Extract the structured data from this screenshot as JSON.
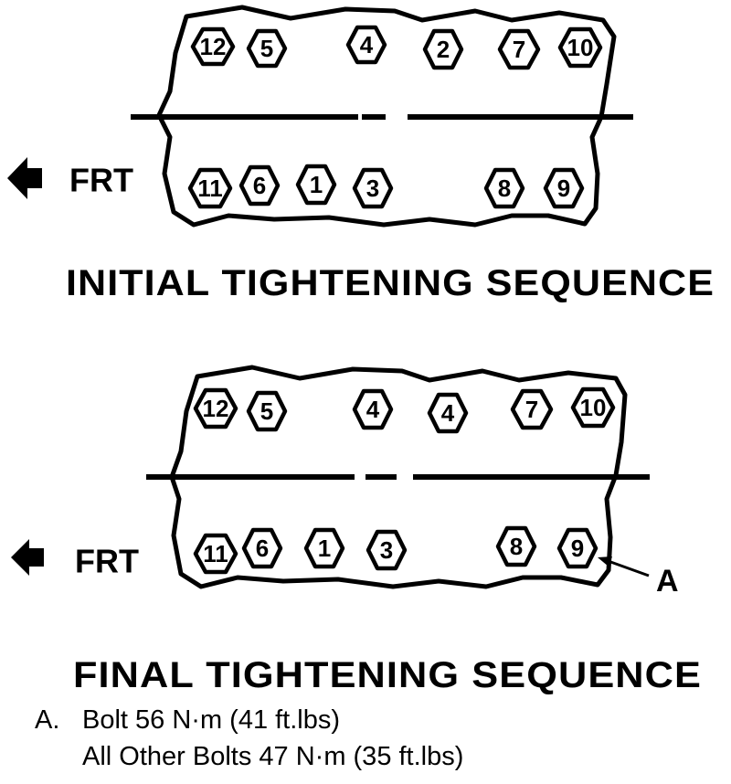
{
  "diagrams": [
    {
      "id": "initial",
      "title": "INITIAL TIGHTENING SEQUENCE",
      "direction_label": "FRT",
      "top_row": [
        "12",
        "5",
        "4",
        "2",
        "7",
        "10"
      ],
      "bottom_row": [
        "11",
        "6",
        "1",
        "3",
        "8",
        "9"
      ]
    },
    {
      "id": "final",
      "title": "FINAL TIGHTENING SEQUENCE",
      "direction_label": "FRT",
      "top_row": [
        "12",
        "5",
        "4",
        "4",
        "7",
        "10"
      ],
      "bottom_row": [
        "11",
        "6",
        "1",
        "3",
        "8",
        "9"
      ],
      "callout_label": "A"
    }
  ],
  "notes": [
    {
      "key": "A.",
      "text": "Bolt 56 N·m (41 ft.lbs)"
    },
    {
      "key": "",
      "text": "All Other Bolts 47 N·m (35 ft.lbs)"
    }
  ]
}
